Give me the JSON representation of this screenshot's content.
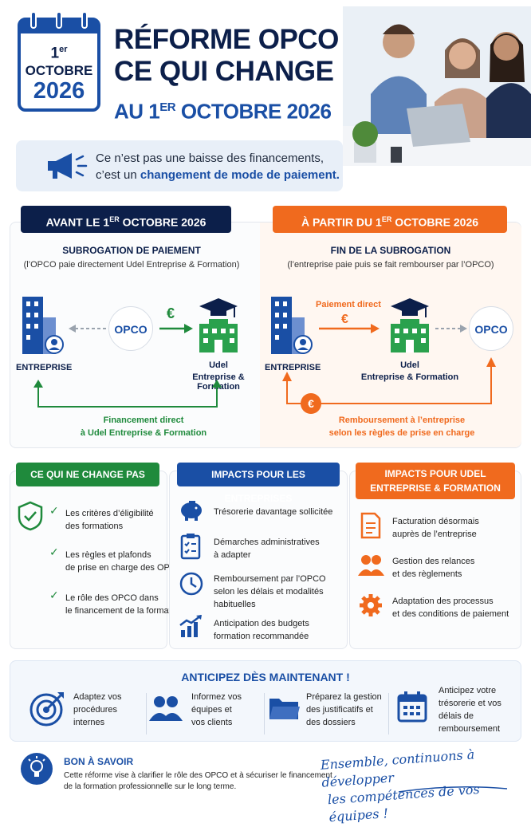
{
  "calendar": {
    "day": "1",
    "day_sup": "er",
    "month": "OCTOBRE",
    "year": "2026"
  },
  "title": {
    "line1": "RÉFORME OPCO :",
    "line2": "CE QUI CHANGE",
    "sub_pre": "AU 1",
    "sub_sup": "ER",
    "sub_post": " OCTOBRE 2026"
  },
  "message": {
    "line1": "Ce n’est pas une baisse des financements,",
    "line2_pre": "c’est un ",
    "line2_bold": "changement de mode de paiement."
  },
  "before": {
    "header_pre": "AVANT LE 1",
    "header_sup": "ER",
    "header_post": " OCTOBRE 2026",
    "title": "SUBROGATION DE PAIEMENT",
    "subtitle": "(l’OPCO paie directement Udel Entreprise & Formation)",
    "company": "ENTREPRISE",
    "opco": "OPCO",
    "euro": "€",
    "udel1": "Udel",
    "udel2": "Entreprise & Formation",
    "flow1": "Financement direct",
    "flow2": "à Udel Entreprise & Formation"
  },
  "after": {
    "header_pre": "À PARTIR DU 1",
    "header_sup": "ER",
    "header_post": " OCTOBRE 2026",
    "title": "FIN DE LA SUBROGATION",
    "subtitle": "(l’entreprise paie puis se fait rembourser par l’OPCO)",
    "company": "ENTREPRISE",
    "direct": "Paiement direct",
    "euro": "€",
    "udel1": "Udel",
    "udel2": "Entreprise & Formation",
    "opco": "OPCO",
    "flow1": "Remboursement à l’entreprise",
    "flow2": "selon les règles de prise en charge"
  },
  "unchanged": {
    "header": "CE QUI NE CHANGE PAS",
    "items": [
      [
        "Les critères d’éligibilité",
        "des formations"
      ],
      [
        "Les règles et plafonds",
        "de prise en charge des OPCO"
      ],
      [
        "Le rôle des OPCO dans",
        "le financement de la formation"
      ]
    ]
  },
  "companies": {
    "header": "IMPACTS POUR LES ENTREPRISES",
    "items": [
      [
        "Trésorerie davantage sollicitée"
      ],
      [
        "Démarches administratives",
        "à adapter"
      ],
      [
        "Remboursement par l’OPCO",
        "selon les délais et modalités",
        "habituelles"
      ],
      [
        "Anticipation des budgets",
        "formation recommandée"
      ]
    ]
  },
  "udel": {
    "header1": "IMPACTS POUR UDEL",
    "header2": "ENTREPRISE & FORMATION",
    "items": [
      [
        "Facturation désormais",
        "auprès de l’entreprise"
      ],
      [
        "Gestion des relances",
        "et des règlements"
      ],
      [
        "Adaptation des processus",
        "et des conditions de paiement"
      ]
    ]
  },
  "anticipate": {
    "header": "ANTICIPEZ DÈS MAINTENANT !",
    "items": [
      [
        "Adaptez vos",
        "procédures",
        "internes"
      ],
      [
        "Informez vos",
        "équipes et",
        "vos clients"
      ],
      [
        "Préparez la gestion",
        "des justificatifs et",
        "des dossiers"
      ],
      [
        "Anticipez votre",
        "trésorerie et vos",
        "délais de",
        "remboursement"
      ]
    ]
  },
  "tip": {
    "header": "BON À SAVOIR",
    "line1": "Cette réforme vise à clarifier le rôle des OPCO et à sécuriser le financement",
    "line2": "de la formation professionnelle sur le long terme."
  },
  "slogan": {
    "line1": "Ensemble, continuons à développer",
    "line2": "les compétences de vos équipes !"
  },
  "colors": {
    "navy": "#0c1f4a",
    "blue": "#1a4fa5",
    "orange": "#f06a1e",
    "green": "#1f8a3c"
  }
}
